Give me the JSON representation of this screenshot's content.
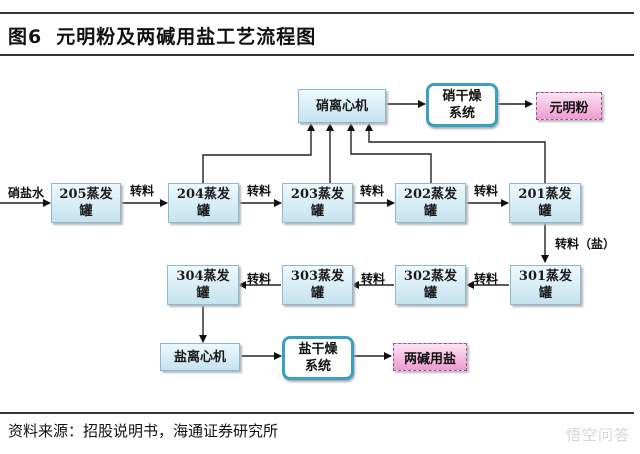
{
  "header": {
    "figure_number": "图6",
    "title": "元明粉及两碱用盐工艺流程图"
  },
  "nodes": {
    "nitrate_centrifuge": "硝离心机",
    "nitrate_dryer": "硝干燥\n系统",
    "product_yuanmingfen": "元明粉",
    "tank_205": "205蒸发\n罐",
    "tank_204": "204蒸发\n罐",
    "tank_203": "203蒸发\n罐",
    "tank_202": "202蒸发\n罐",
    "tank_201": "201蒸发\n罐",
    "tank_301": "301蒸发\n罐",
    "tank_302": "302蒸发\n罐",
    "tank_303": "303蒸发\n罐",
    "tank_304": "304蒸发\n罐",
    "salt_centrifuge": "盐离心机",
    "salt_dryer": "盐干燥\n系统",
    "product_salt": "两碱用盐"
  },
  "edge_labels": {
    "input": "硝盐水",
    "transfer": "转料",
    "transfer_salt": "转料（盐）"
  },
  "footer": {
    "source": "资料来源：招股说明书，海通证券研究所",
    "watermark": "悟空问答"
  }
}
